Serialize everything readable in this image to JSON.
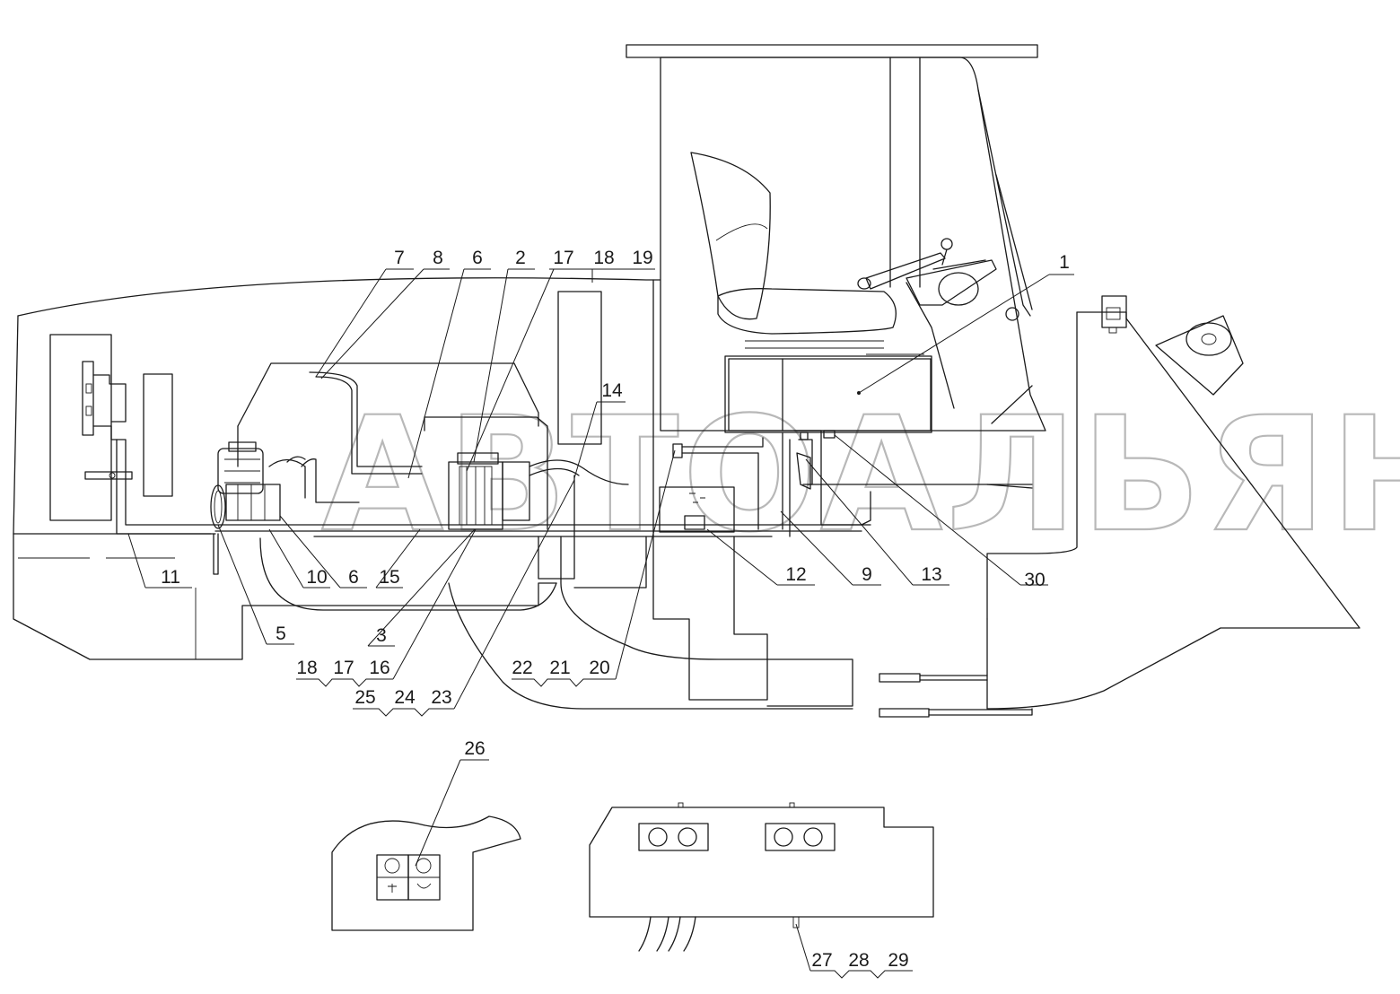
{
  "watermark": "АВТОАЛЬЯНС",
  "callouts": [
    {
      "id": "c1",
      "text": "1"
    },
    {
      "id": "c7",
      "text": "7"
    },
    {
      "id": "c8",
      "text": "8"
    },
    {
      "id": "c6a",
      "text": "6"
    },
    {
      "id": "c2",
      "text": "2"
    },
    {
      "id": "c17a",
      "text": "17"
    },
    {
      "id": "c18a",
      "text": "18"
    },
    {
      "id": "c19",
      "text": "19"
    },
    {
      "id": "c14",
      "text": "14"
    },
    {
      "id": "c11",
      "text": "11"
    },
    {
      "id": "c10",
      "text": "10"
    },
    {
      "id": "c6b",
      "text": "6"
    },
    {
      "id": "c15",
      "text": "15"
    },
    {
      "id": "c5",
      "text": "5"
    },
    {
      "id": "c3",
      "text": "3"
    },
    {
      "id": "c12",
      "text": "12"
    },
    {
      "id": "c9",
      "text": "9"
    },
    {
      "id": "c13",
      "text": "13"
    },
    {
      "id": "c30",
      "text": "30"
    },
    {
      "id": "c18b",
      "text": "18"
    },
    {
      "id": "c17b",
      "text": "17"
    },
    {
      "id": "c16",
      "text": "16"
    },
    {
      "id": "c22",
      "text": "22"
    },
    {
      "id": "c21",
      "text": "21"
    },
    {
      "id": "c20",
      "text": "20"
    },
    {
      "id": "c25",
      "text": "25"
    },
    {
      "id": "c24",
      "text": "24"
    },
    {
      "id": "c23",
      "text": "23"
    },
    {
      "id": "c26",
      "text": "26"
    },
    {
      "id": "c27",
      "text": "27"
    },
    {
      "id": "c28",
      "text": "28"
    },
    {
      "id": "c29",
      "text": "29"
    }
  ]
}
